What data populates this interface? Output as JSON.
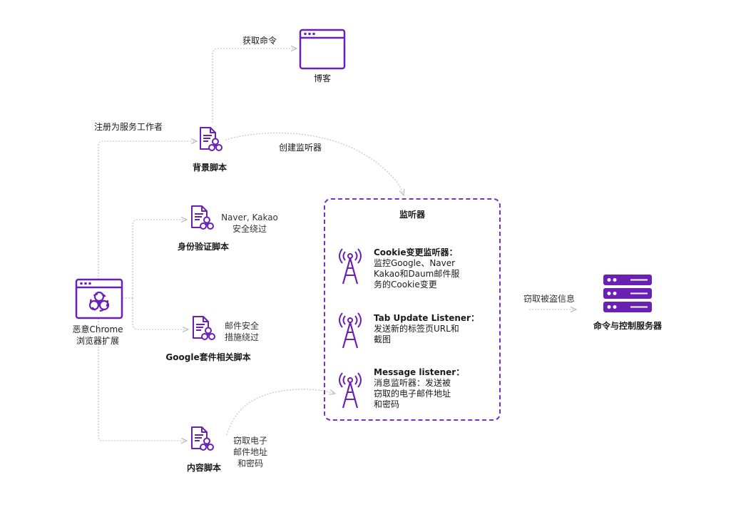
{
  "colors": {
    "accent": "#6a1fb5",
    "connector": "#c4c4c4"
  },
  "nodes": {
    "extension": {
      "label": "恶意Chrome\n浏览器扩展",
      "icon": "biohazard-window-icon"
    },
    "background_script": {
      "label": "背景脚本",
      "icon": "biohazard-document-icon"
    },
    "auth_script": {
      "label": "身份验证脚本",
      "icon": "biohazard-document-icon"
    },
    "google_script": {
      "label": "Google套件相关脚本",
      "icon": "biohazard-document-icon"
    },
    "content_script": {
      "label": "内容脚本",
      "icon": "biohazard-document-icon"
    },
    "blog": {
      "label": "博客",
      "icon": "browser-window-icon"
    },
    "c2": {
      "label": "命令与控制服务器",
      "icon": "server-stack-icon"
    }
  },
  "edge_labels": {
    "get_command": "获取命令",
    "register_service_worker": "注册为服务工作者",
    "create_listener": "创建监听器",
    "naver_kakao_bypass": "Naver, Kakao\n安全绕过",
    "mail_security_bypass": "邮件安全\n措施绕过",
    "steal_email": "窃取电子\n邮件地址\n和密码",
    "steal_info": "窃取被盗信息"
  },
  "listener_box": {
    "title": "监听器",
    "entries": [
      {
        "title": "Cookie变更监听器：",
        "desc": "监控Google、Naver\nKakao和Daum邮件服\n务的Cookie变更",
        "icon": "antenna-tower-icon"
      },
      {
        "title": "Tab Update Listener：",
        "desc": "发送新的标签页URL和\n截图",
        "icon": "antenna-tower-icon"
      },
      {
        "title": "Message listener：",
        "desc": "消息监听器：发送被\n窃取的电子邮件地址\n和密码",
        "icon": "antenna-tower-icon"
      }
    ]
  }
}
